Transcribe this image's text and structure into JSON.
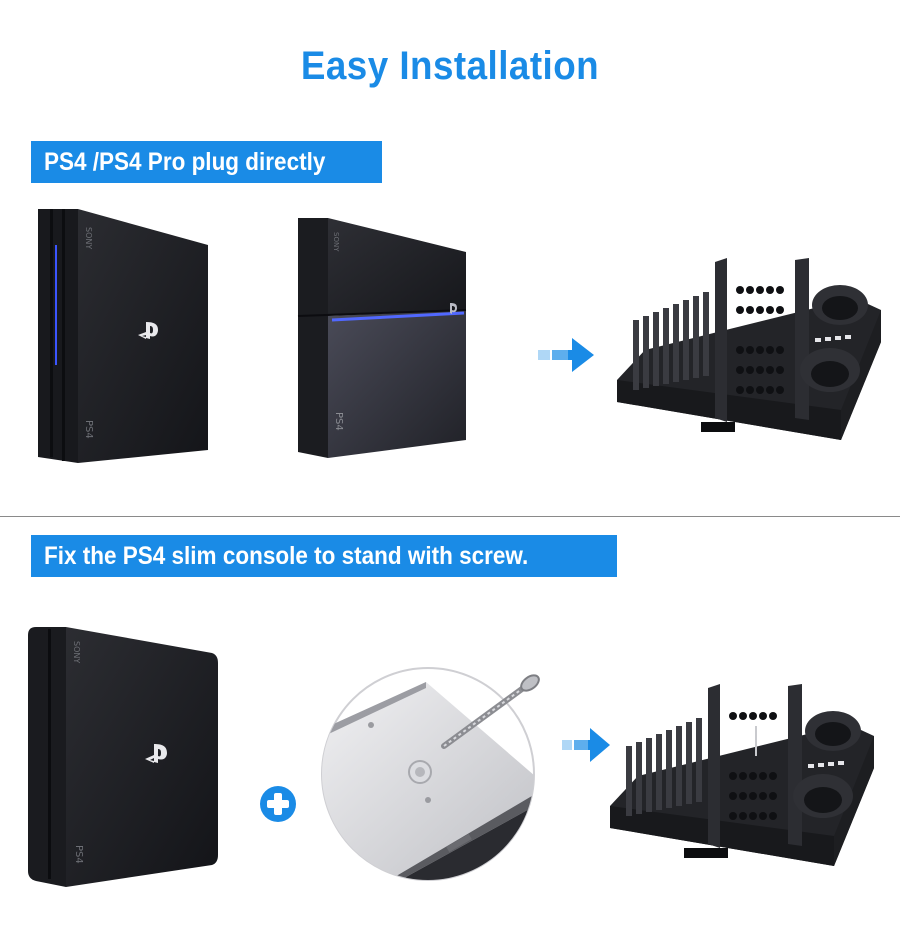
{
  "header": {
    "title": "Easy Installation"
  },
  "section_one": {
    "banner": "PS4 /PS4 Pro plug directly",
    "items": [
      {
        "name": "ps4-pro-console",
        "brand": "SONY",
        "model": "PS4"
      },
      {
        "name": "ps4-console",
        "brand": "SONY",
        "model": "PS4"
      }
    ]
  },
  "section_two": {
    "banner": "Fix the PS4 slim console to stand with screw.",
    "items": [
      {
        "name": "ps4-slim-console",
        "brand": "SONY",
        "model": "PS4"
      }
    ]
  },
  "icons": {
    "arrow": "arrow-right-icon",
    "plus": "plus-icon",
    "playstation": "playstation-logo-icon"
  },
  "colors": {
    "accent": "#1a8be6",
    "console": "#1d1e22",
    "stand": "#26272b",
    "light_bar": "#4a6cff"
  }
}
